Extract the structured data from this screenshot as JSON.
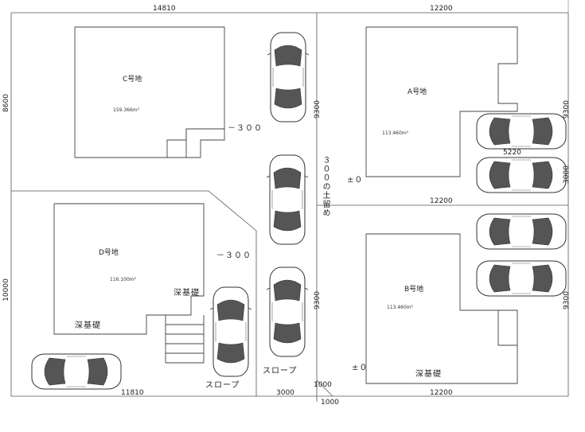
{
  "dims": {
    "top_left": "14810",
    "top_right": "12200",
    "left_upper": "8600",
    "left_lower": "10000",
    "mid_right": "12200",
    "bottom_left": "11810",
    "bottom_mid": "3000",
    "bottom_1000_upper": "1000",
    "bottom_1000_lower": "1000",
    "bottom_right": "12200",
    "center_9300_upper": "9300",
    "center_9300_lower": "9300",
    "right_9300_upper": "9300",
    "right_3000": "3000",
    "right_9300_lower": "9300",
    "parking_5220": "5220"
  },
  "lots": {
    "c": {
      "name": "C号地",
      "area": "159.366m²"
    },
    "a": {
      "name": "A号地",
      "area": "113.460m²"
    },
    "d": {
      "name": "D号地",
      "area": "116.100m²"
    },
    "b": {
      "name": "B号地",
      "area": "113.460m²"
    }
  },
  "notes": {
    "minus300_c": "－３００",
    "minus300_d": "－３００",
    "retaining": "３００の土留め",
    "pm0_a": "±０",
    "pm0_b": "±０",
    "deep_foundation_d1": "深基礎",
    "deep_foundation_d2": "深基礎",
    "deep_foundation_b": "深基礎",
    "slope_center": "スロープ",
    "slope_left": "スロープ"
  }
}
